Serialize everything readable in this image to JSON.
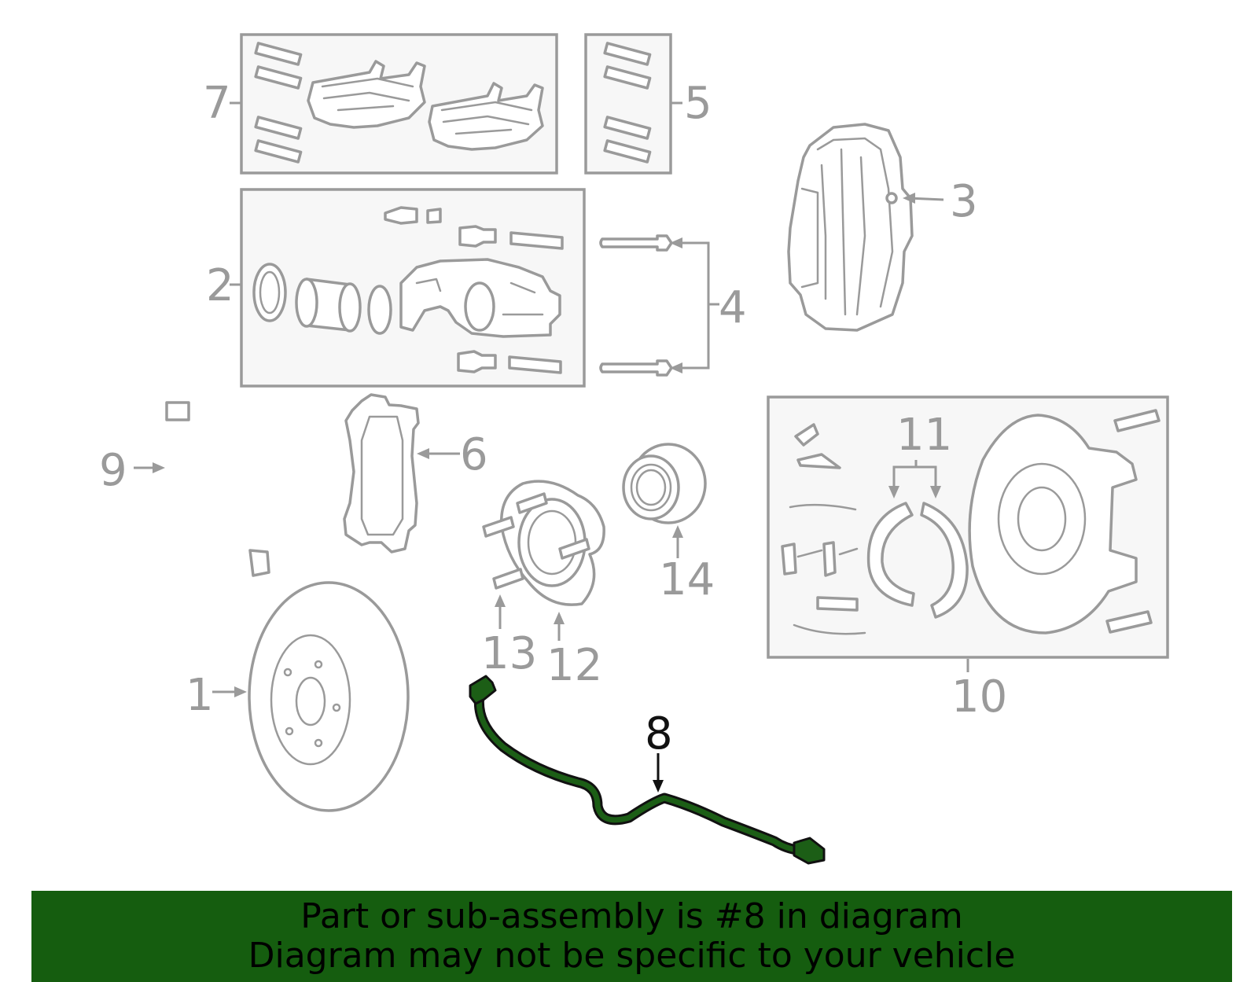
{
  "callouts": {
    "c1": "1",
    "c2": "2",
    "c3": "3",
    "c4": "4",
    "c5": "5",
    "c6": "6",
    "c7": "7",
    "c8": "8",
    "c9": "9",
    "c10": "10",
    "c11": "11",
    "c12": "12",
    "c13": "13",
    "c14": "14"
  },
  "highlighted_part": "8",
  "colors": {
    "highlight": "#1c5e16",
    "banner": "#155d0f",
    "line": "#9a9a9a"
  },
  "banner": {
    "line1": "Part or sub-assembly is #8 in diagram",
    "line2": "Diagram may not be specific to your vehicle"
  }
}
